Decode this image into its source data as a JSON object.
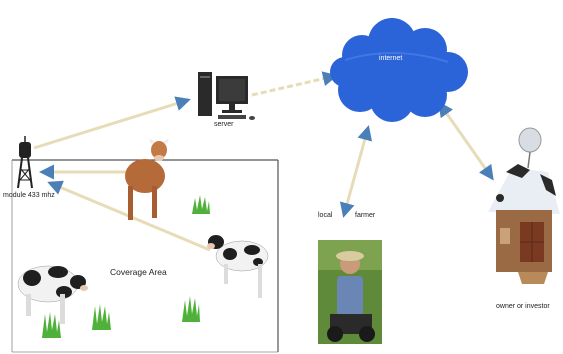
{
  "labels": {
    "server": "server",
    "internet": "internet",
    "module": "module 433 mhz",
    "coverage": "Coverage Area",
    "local": "local",
    "farmer": "farmer",
    "owner": "owner or investor"
  },
  "colors": {
    "link_line": "#e6dcb8",
    "arrow_head": "#4a7fb8",
    "cloud": "#2b63d9",
    "boundary": "#555555"
  },
  "icons": {
    "tower": "antenna-tower-icon",
    "server": "desktop-computer-icon",
    "cloud": "cloud-icon",
    "house": "farmhouse-with-dish-icon",
    "farmer": "farmer-photo-icon",
    "cow": "cow-icon",
    "grass": "grass-tuft-icon"
  }
}
